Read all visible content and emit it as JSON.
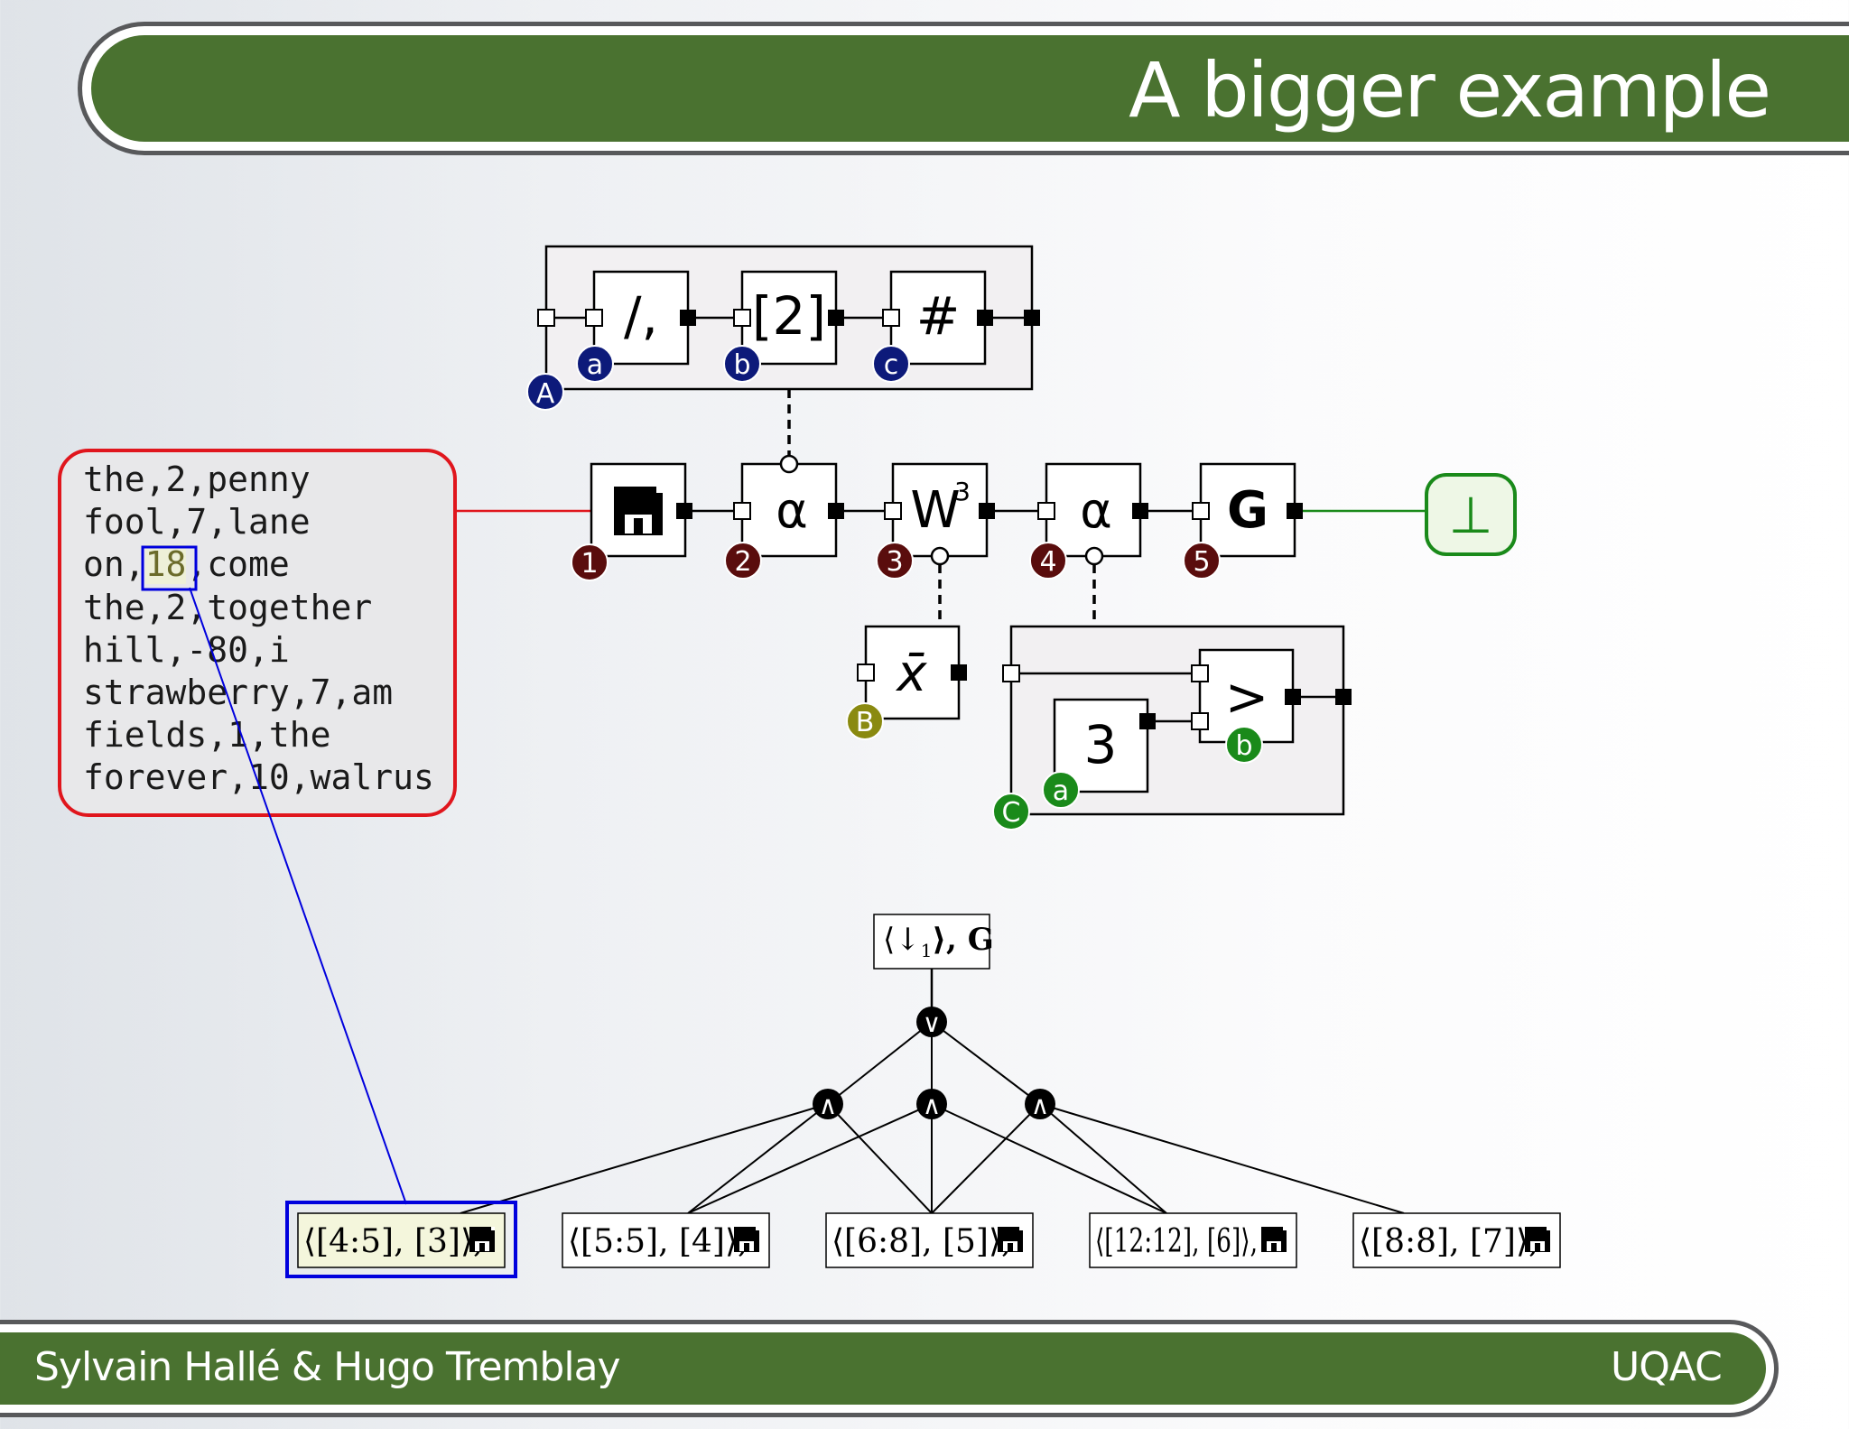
{
  "slide": {
    "title": "A bigger example",
    "footer_left": "Sylvain Hallé & Hugo Tremblay",
    "footer_right": "UQAC"
  },
  "colors": {
    "banner_green": "#4a7230",
    "data_box_border": "#e0161d",
    "highlight_blue": "#0000dd",
    "circle_dark_red": "#5a0d0d",
    "circle_navy": "#0d1a7a",
    "circle_green": "#1a8a1a",
    "circle_olive": "#8a8a10",
    "verdict_green": "#1a8a1a"
  },
  "csv_lines": [
    "the,2,penny",
    "fool,7,lane",
    "on,18,come",
    "the,2,together",
    "hill,-80,i",
    "strawberry,7,am",
    "fields,1,the",
    "forever,10,walrus"
  ],
  "csv_highlight": {
    "line": 2,
    "text": "18"
  },
  "top_group": {
    "label": "A",
    "processors": [
      {
        "symbol": "/,",
        "label": "a"
      },
      {
        "symbol": "[2]",
        "label": "b"
      },
      {
        "symbol": "#",
        "label": "c"
      }
    ]
  },
  "main_chain": [
    {
      "symbol": "save-icon",
      "label": "1"
    },
    {
      "symbol": "α",
      "label": "2"
    },
    {
      "symbol": "W",
      "superscript": "3",
      "label": "3"
    },
    {
      "symbol": "α",
      "label": "4"
    },
    {
      "symbol": "G",
      "label": "5"
    }
  ],
  "verdict": "⊥",
  "average_processor": {
    "symbol": "x̄",
    "label": "B"
  },
  "compare_group": {
    "label": "C",
    "constant": {
      "value": "3",
      "label": "a"
    },
    "comparator": {
      "symbol": ">",
      "label": "b"
    }
  },
  "tree": {
    "root": {
      "prefix": "⟨↓",
      "subscript": "1",
      "suffix": "⟩, G"
    },
    "or_symbol": "∨",
    "and_symbol": "∧",
    "leaves": [
      {
        "text": "⟨[4:5], [3]⟩,",
        "highlighted": true
      },
      {
        "text": "⟨[5:5], [4]⟩,",
        "highlighted": false
      },
      {
        "text": "⟨[6:8], [5]⟩,",
        "highlighted": false
      },
      {
        "text": "⟨[12:12], [6]⟩,",
        "highlighted": false
      },
      {
        "text": "⟨[8:8], [7]⟩,",
        "highlighted": false
      }
    ]
  }
}
